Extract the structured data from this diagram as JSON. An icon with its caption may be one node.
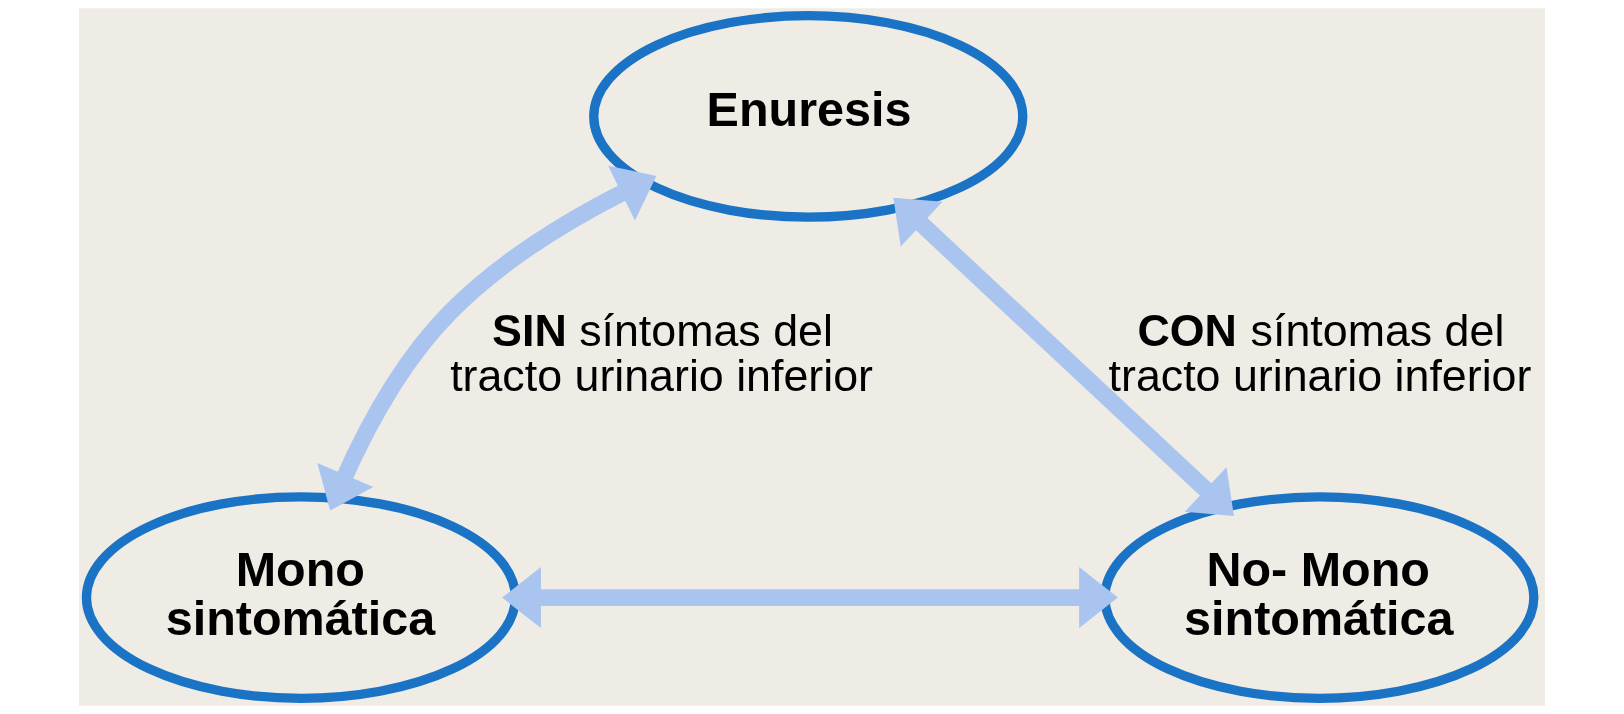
{
  "diagram": {
    "nodes": [
      {
        "text": [
          "Enuresis"
        ]
      },
      {
        "text": [
          "Mono sintomática"
        ]
      },
      {
        "text": [
          "No- Mono sintomática"
        ]
      }
    ],
    "edges": [
      {
        "from": 0,
        "to": 1,
        "arrow": "both",
        "label": "**SIN** síntomas del tracto urinario inferior"
      },
      {
        "from": 0,
        "to": 2,
        "arrow": "both",
        "label": "**CON** síntomas del tracto urinario inferior"
      },
      {
        "from": 1,
        "to": 2,
        "arrow": "both"
      }
    ]
  }
}
